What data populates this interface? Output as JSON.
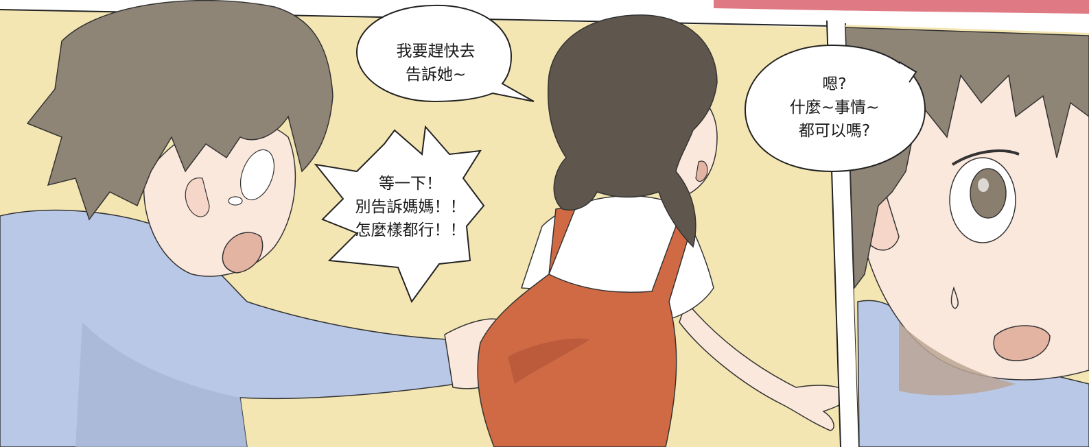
{
  "panels": [
    {
      "id": "left-panel",
      "bubbles": [
        {
          "id": "speech-top",
          "lines": [
            "我要趕快去",
            "告訴她~"
          ]
        },
        {
          "id": "burst",
          "lines": [
            "等一下！",
            "別告訴媽媽！！",
            "怎麼樣都行！！"
          ]
        }
      ]
    },
    {
      "id": "right-panel",
      "bubbles": [
        {
          "id": "speech-right",
          "lines": [
            "嗯?",
            "什麼~事情~",
            "都可以嗎?"
          ]
        }
      ]
    }
  ],
  "colors": {
    "background": "#f4e6b2",
    "boy_shirt": "#b8c8e6",
    "boy_hair": "#8f8576",
    "skin": "#fbe8dd",
    "girl_hair": "#5f574d",
    "girl_dress": "#d06a44",
    "girl_shirt": "#ffffff",
    "top_strip": "#d9616f"
  }
}
